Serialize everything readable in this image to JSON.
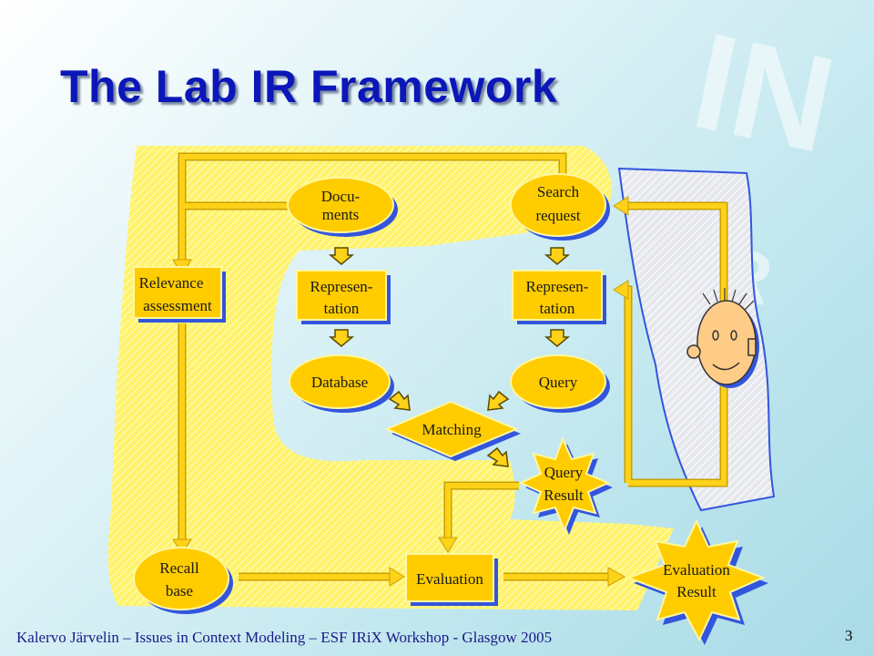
{
  "slide": {
    "title": "The Lab IR Framework",
    "footer": "Kalervo Järvelin – Issues in Context Modeling – ESF IRiX Workshop - Glasgow 2005",
    "page_number": "3"
  },
  "diagram": {
    "documents": [
      "Docu-",
      "ments"
    ],
    "search_request": [
      "Search",
      "request"
    ],
    "doc_representation": [
      "Represen-",
      "tation"
    ],
    "query_representation": [
      "Represen-",
      "tation"
    ],
    "database": "Database",
    "query": "Query",
    "matching": "Matching",
    "query_result": [
      "Query",
      "Result"
    ],
    "relevance_assessment": [
      "Relevance",
      "assessment"
    ],
    "recall_base": [
      "Recall",
      "base"
    ],
    "evaluation": "Evaluation",
    "evaluation_result": [
      "Evaluation",
      "Result"
    ]
  },
  "colors": {
    "title": "#0b17b8",
    "node_fill": "#ffcc00",
    "arrow": "#f5c400",
    "shadow": "#3355dd",
    "background_zone": "#fff36b"
  }
}
